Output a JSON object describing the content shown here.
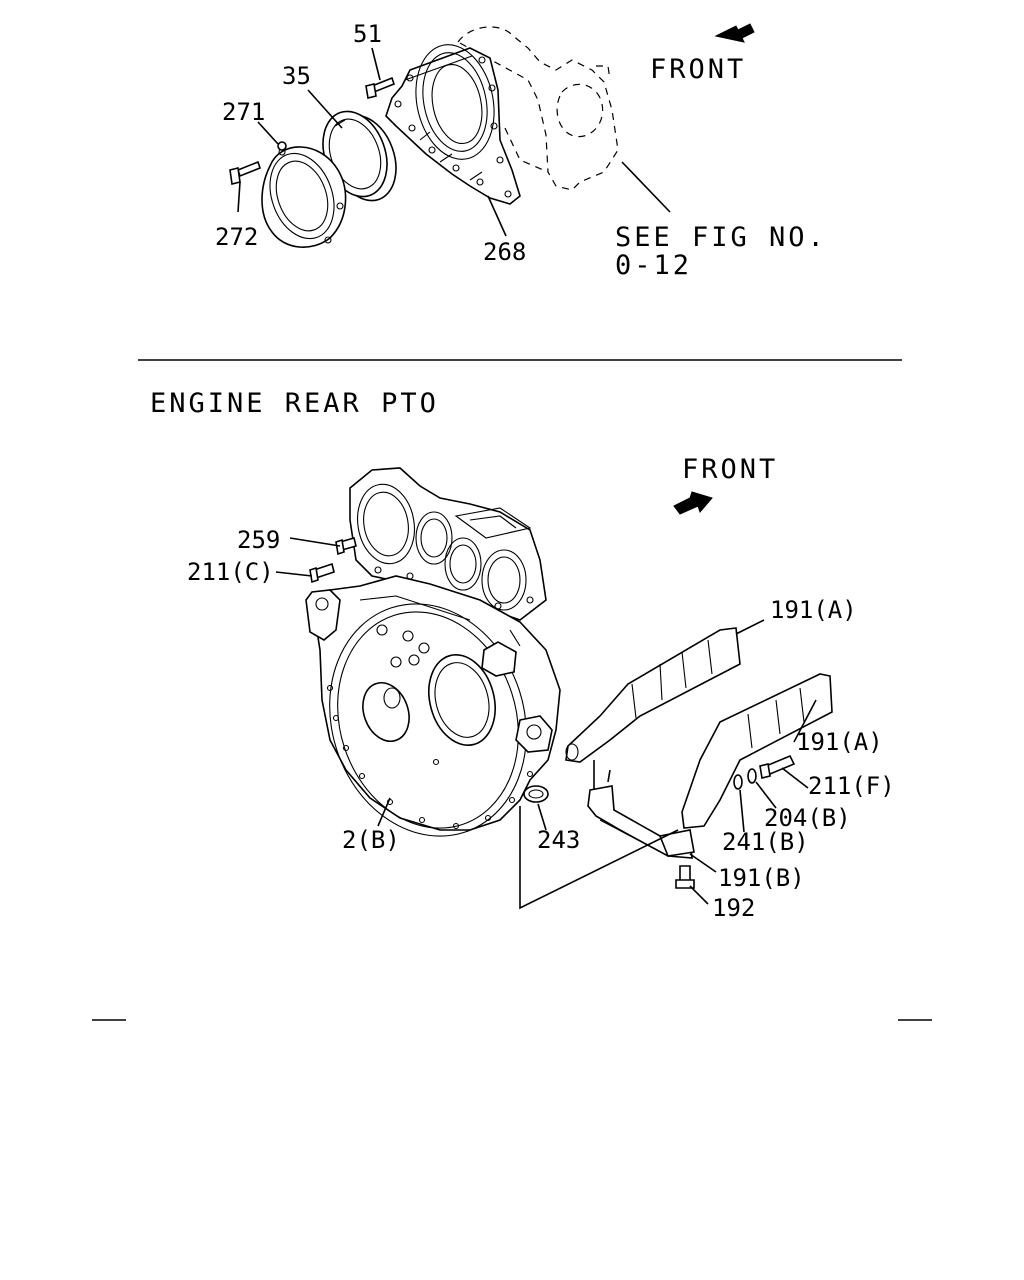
{
  "section_title": "ENGINE REAR PTO",
  "upper": {
    "front_label": "FRONT",
    "see_fig_line1": "SEE FIG NO.",
    "see_fig_line2": "0-12",
    "labels": {
      "p51": "51",
      "p35": "35",
      "p271": "271",
      "p272": "272",
      "p268": "268"
    }
  },
  "lower": {
    "front_label": "FRONT",
    "labels": {
      "p259": "259",
      "p211c": "211(C)",
      "p191a_top": "191(A)",
      "p191a_mid": "191(A)",
      "p211f": "211(F)",
      "p204b": "204(B)",
      "p241b": "241(B)",
      "p191b": "191(B)",
      "p192": "192",
      "p2b": "2(B)",
      "p243": "243"
    }
  }
}
